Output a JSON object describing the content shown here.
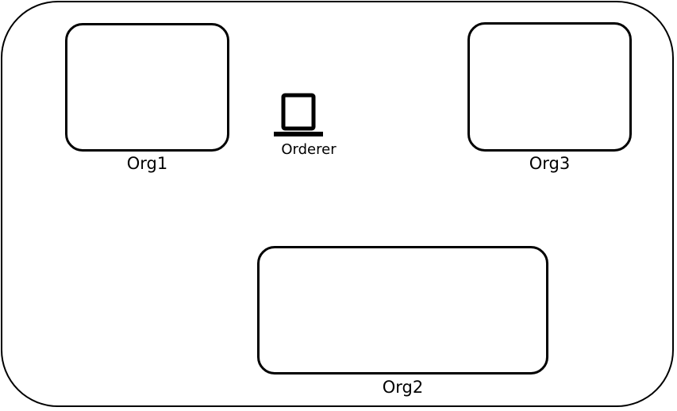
{
  "diagram": {
    "nodes": [
      {
        "id": "org1",
        "label": "Org1"
      },
      {
        "id": "org3",
        "label": "Org3"
      },
      {
        "id": "org2",
        "label": "Org2"
      }
    ],
    "orderer": {
      "label": "Orderer",
      "icon": "laptop-icon"
    }
  }
}
